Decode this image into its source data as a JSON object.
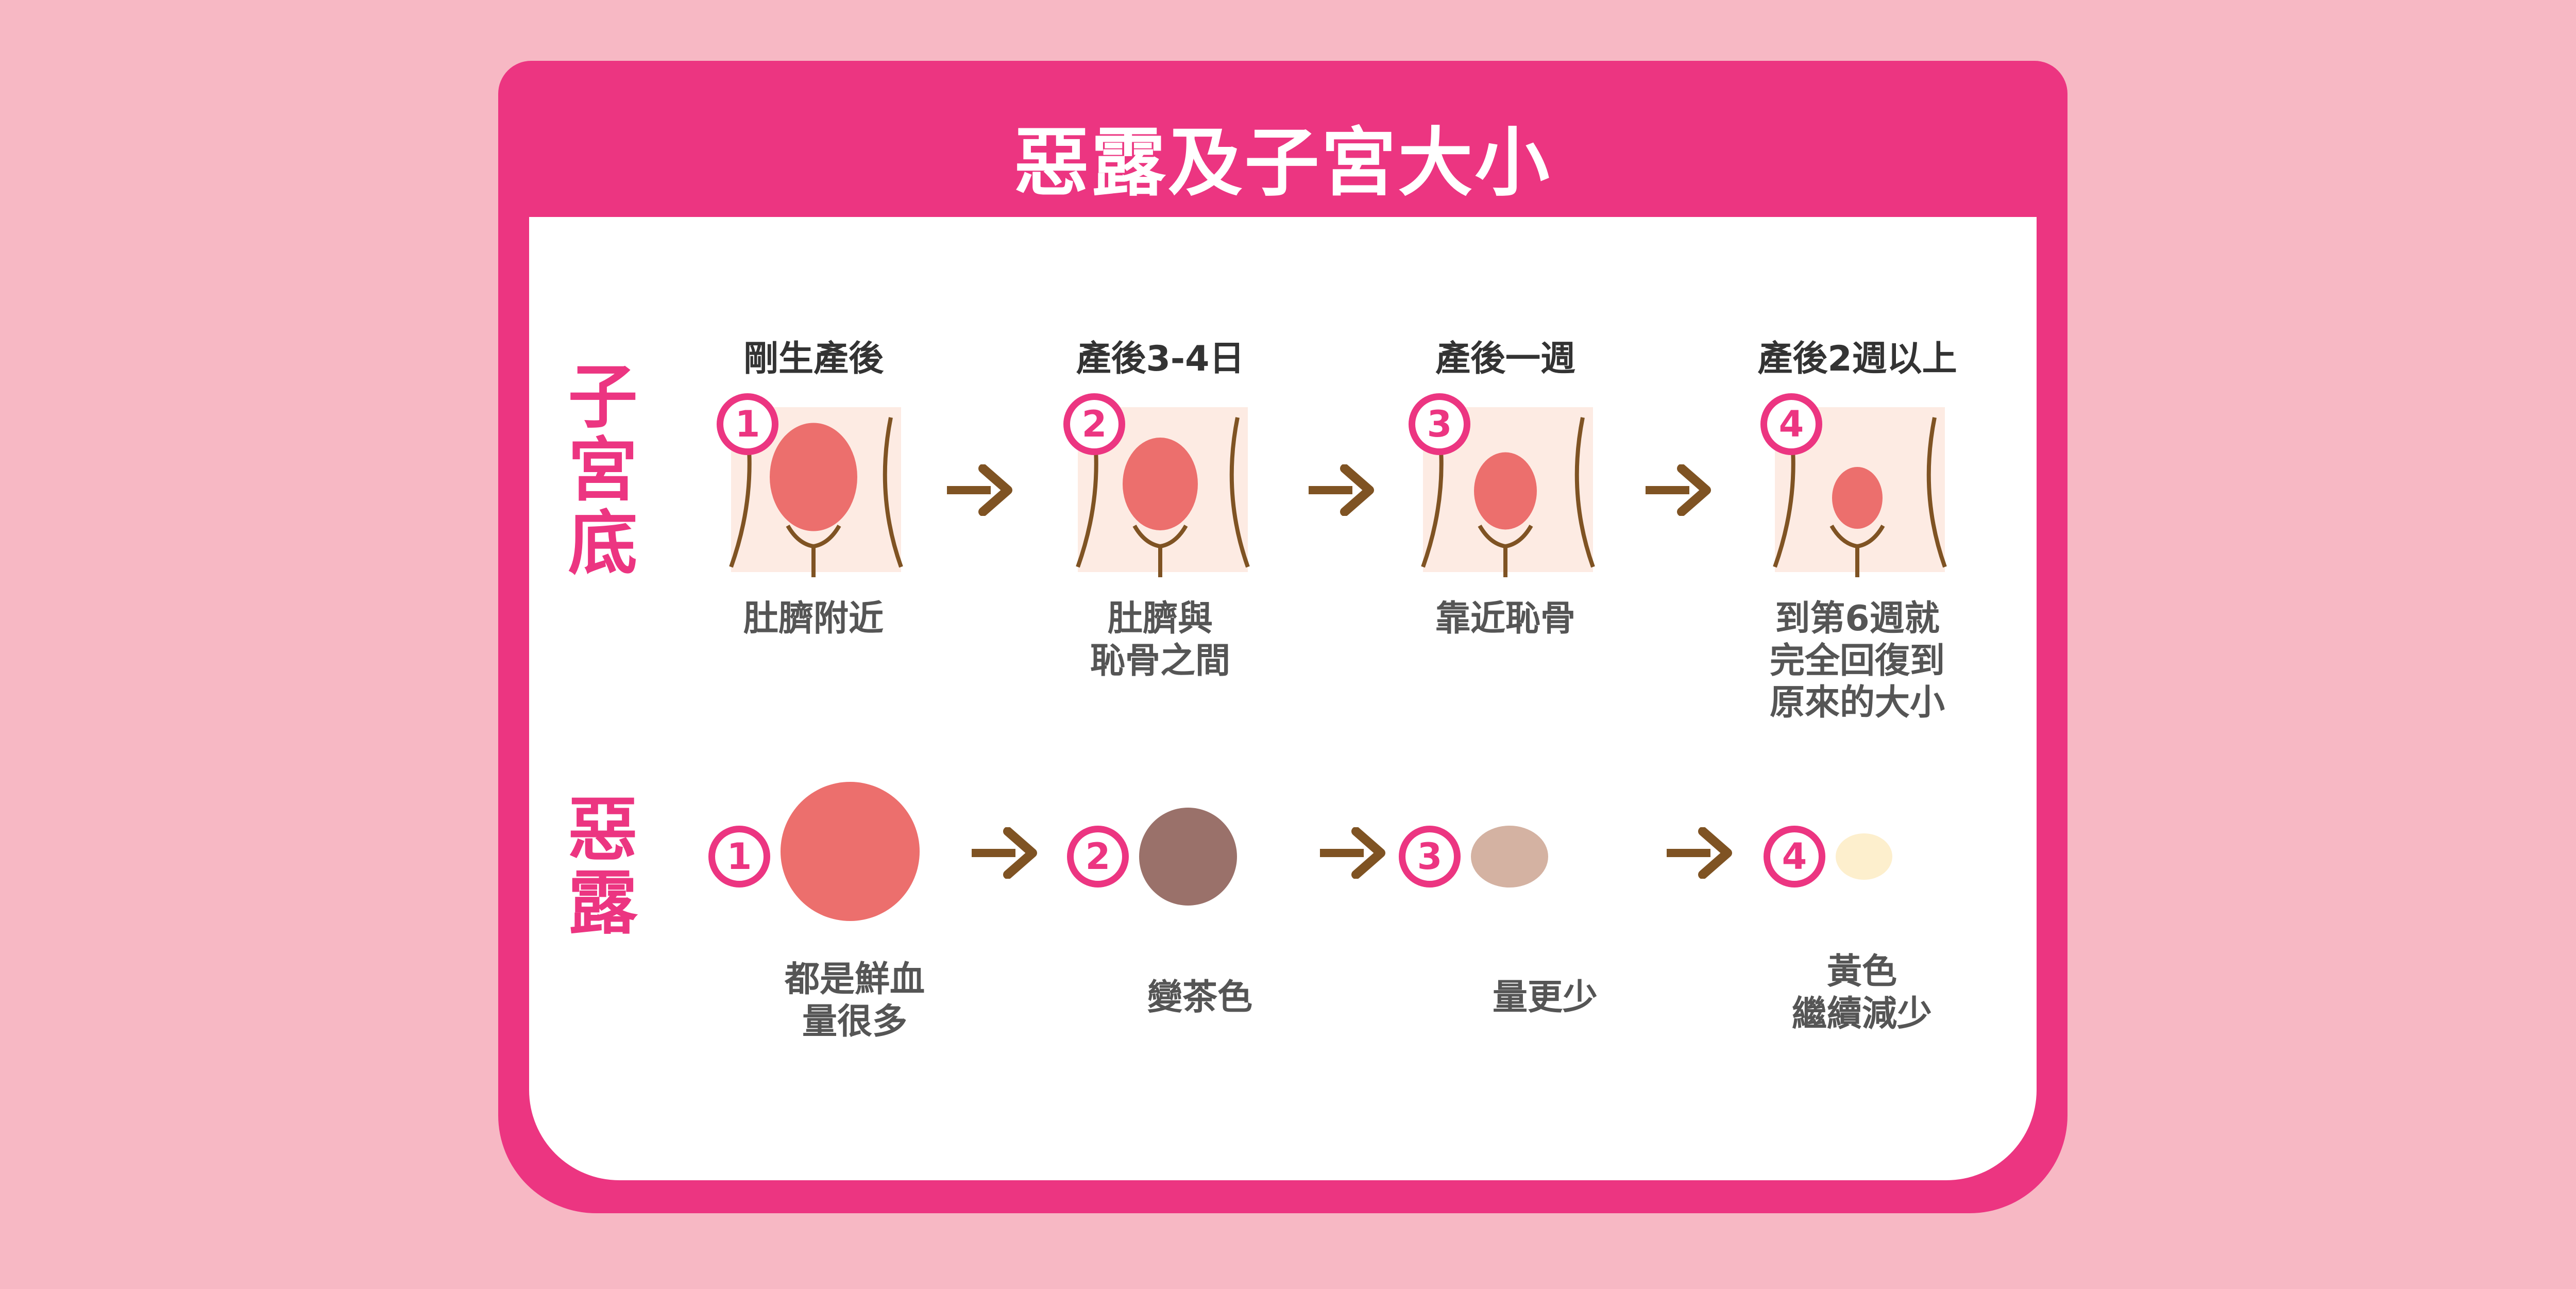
{
  "title": "惡露及子宮大小",
  "sections": {
    "uterus": "子宮底",
    "lochia": "惡露"
  },
  "uterus_stages": [
    {
      "number": "1",
      "header": "剛生產後",
      "caption": [
        "肚臍附近"
      ],
      "size": 1.0
    },
    {
      "number": "2",
      "header": "產後3-4日",
      "caption": [
        "肚臍與",
        "恥骨之間"
      ],
      "size": 0.8
    },
    {
      "number": "3",
      "header": "產後一週",
      "caption": [
        "靠近恥骨"
      ],
      "size": 0.6
    },
    {
      "number": "4",
      "header": "產後2週以上",
      "caption": [
        "到第6週就",
        "完全回復到",
        "原來的大小"
      ],
      "size": 0.4
    }
  ],
  "lochia_stages": [
    {
      "number": "1",
      "caption": [
        "都是鮮血",
        "量很多"
      ],
      "color": "#ec6f6d"
    },
    {
      "number": "2",
      "caption": [
        "變茶色"
      ],
      "color": "#9a716a"
    },
    {
      "number": "3",
      "caption": [
        "量更少"
      ],
      "color": "#d4b2a2"
    },
    {
      "number": "4",
      "caption": [
        "黃色",
        "繼續減少"
      ],
      "color": "#fdefcd"
    }
  ],
  "colors": {
    "accent": "#ec3581",
    "background": "#f7b8c4",
    "arrow": "#7f5323"
  }
}
